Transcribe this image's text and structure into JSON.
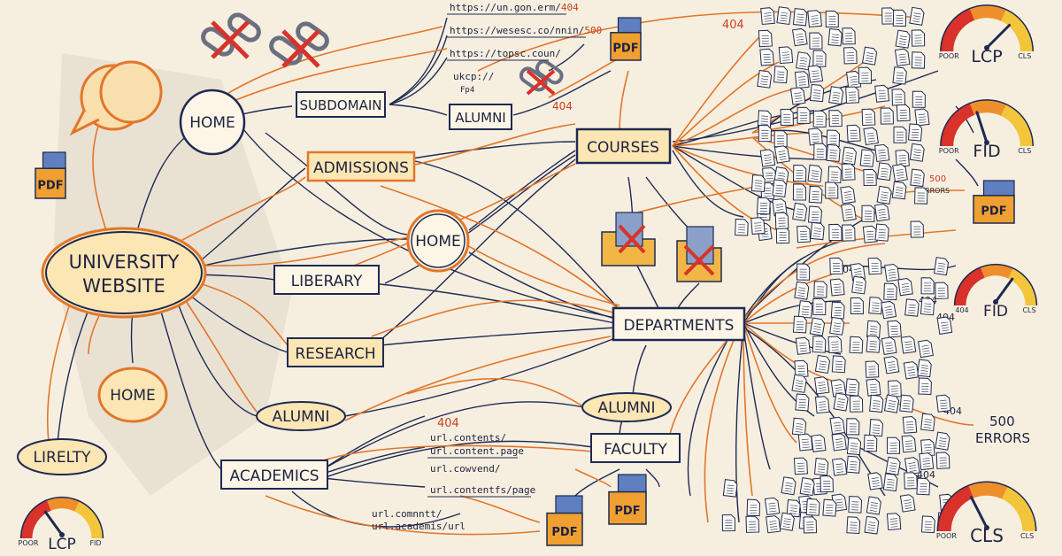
{
  "nodes": {
    "university_website_line1": "UNIVERSITY",
    "university_website_line2": "WEBSITE",
    "home_top": "HOME",
    "home_left": "HOME",
    "home_center": "HOME",
    "subdomain": "SUBDOMAIN",
    "alumni_top": "ALUMNI",
    "admissions": "ADMISSIONS",
    "liberary": "LIBERARY",
    "research": "RESEARCH",
    "alumni_mid": "ALUMNI",
    "academics": "ACADEMICS",
    "lirelty": "LIRELTY",
    "courses": "COURSES",
    "departments": "DEPARTMENTS",
    "alumni_right": "ALUMNI",
    "faculty": "FACULTY"
  },
  "urls_top": [
    {
      "text": "https://un.gon.erm/",
      "code": "404"
    },
    {
      "text": "https://wesesc.co/nnin/",
      "code": "500"
    },
    {
      "text": "https://topsc.coun/",
      "code": ""
    },
    {
      "text": "ukcp://",
      "code": ""
    },
    {
      "text": "Fp4",
      "code": ""
    }
  ],
  "urls_bottom": [
    {
      "text": "url.contents/",
      "code": ""
    },
    {
      "text": "url.content.page",
      "code": ""
    },
    {
      "text": "url.cowvend/",
      "code": ""
    },
    {
      "text": "url.contentfs/page",
      "code": ""
    },
    {
      "text": "url.comnntt/",
      "code": ""
    },
    {
      "text": "url.academis/url",
      "code": ""
    }
  ],
  "errors": {
    "e404_top": "404",
    "e404_x": "404",
    "e404_bottom": "404",
    "e404_right_a": "404",
    "e404_right_b": "404",
    "e404_right_c": "404",
    "e404_right_d": "404",
    "e404_right_e": "404",
    "e500_top_num": "500",
    "e500_top_word": "ERRORS",
    "e500_bottom_num": "500",
    "e500_bottom_word": "ERRORS"
  },
  "pdf_label": "PDF",
  "gauges": [
    {
      "id": "g1",
      "main": "LCP",
      "left": "POOR",
      "right": "CLS",
      "level": 0.75
    },
    {
      "id": "g2",
      "main": "FID",
      "left": "POOR",
      "right": "CLS",
      "level": 0.4
    },
    {
      "id": "g3",
      "main": "FID",
      "left": "404",
      "right": "CLS",
      "level": 0.7
    },
    {
      "id": "g4",
      "main": "CLS",
      "left": "POOR",
      "right": "CLS",
      "level": 0.35
    },
    {
      "id": "g5",
      "main": "LCP",
      "left": "POOR",
      "right": "FID",
      "level": 0.3
    }
  ],
  "colors": {
    "ink": "#1e2a52",
    "orange": "#e2762a",
    "red": "#d8322b",
    "paper": "#f6efe0",
    "node_fill": "#fbe6b4"
  }
}
